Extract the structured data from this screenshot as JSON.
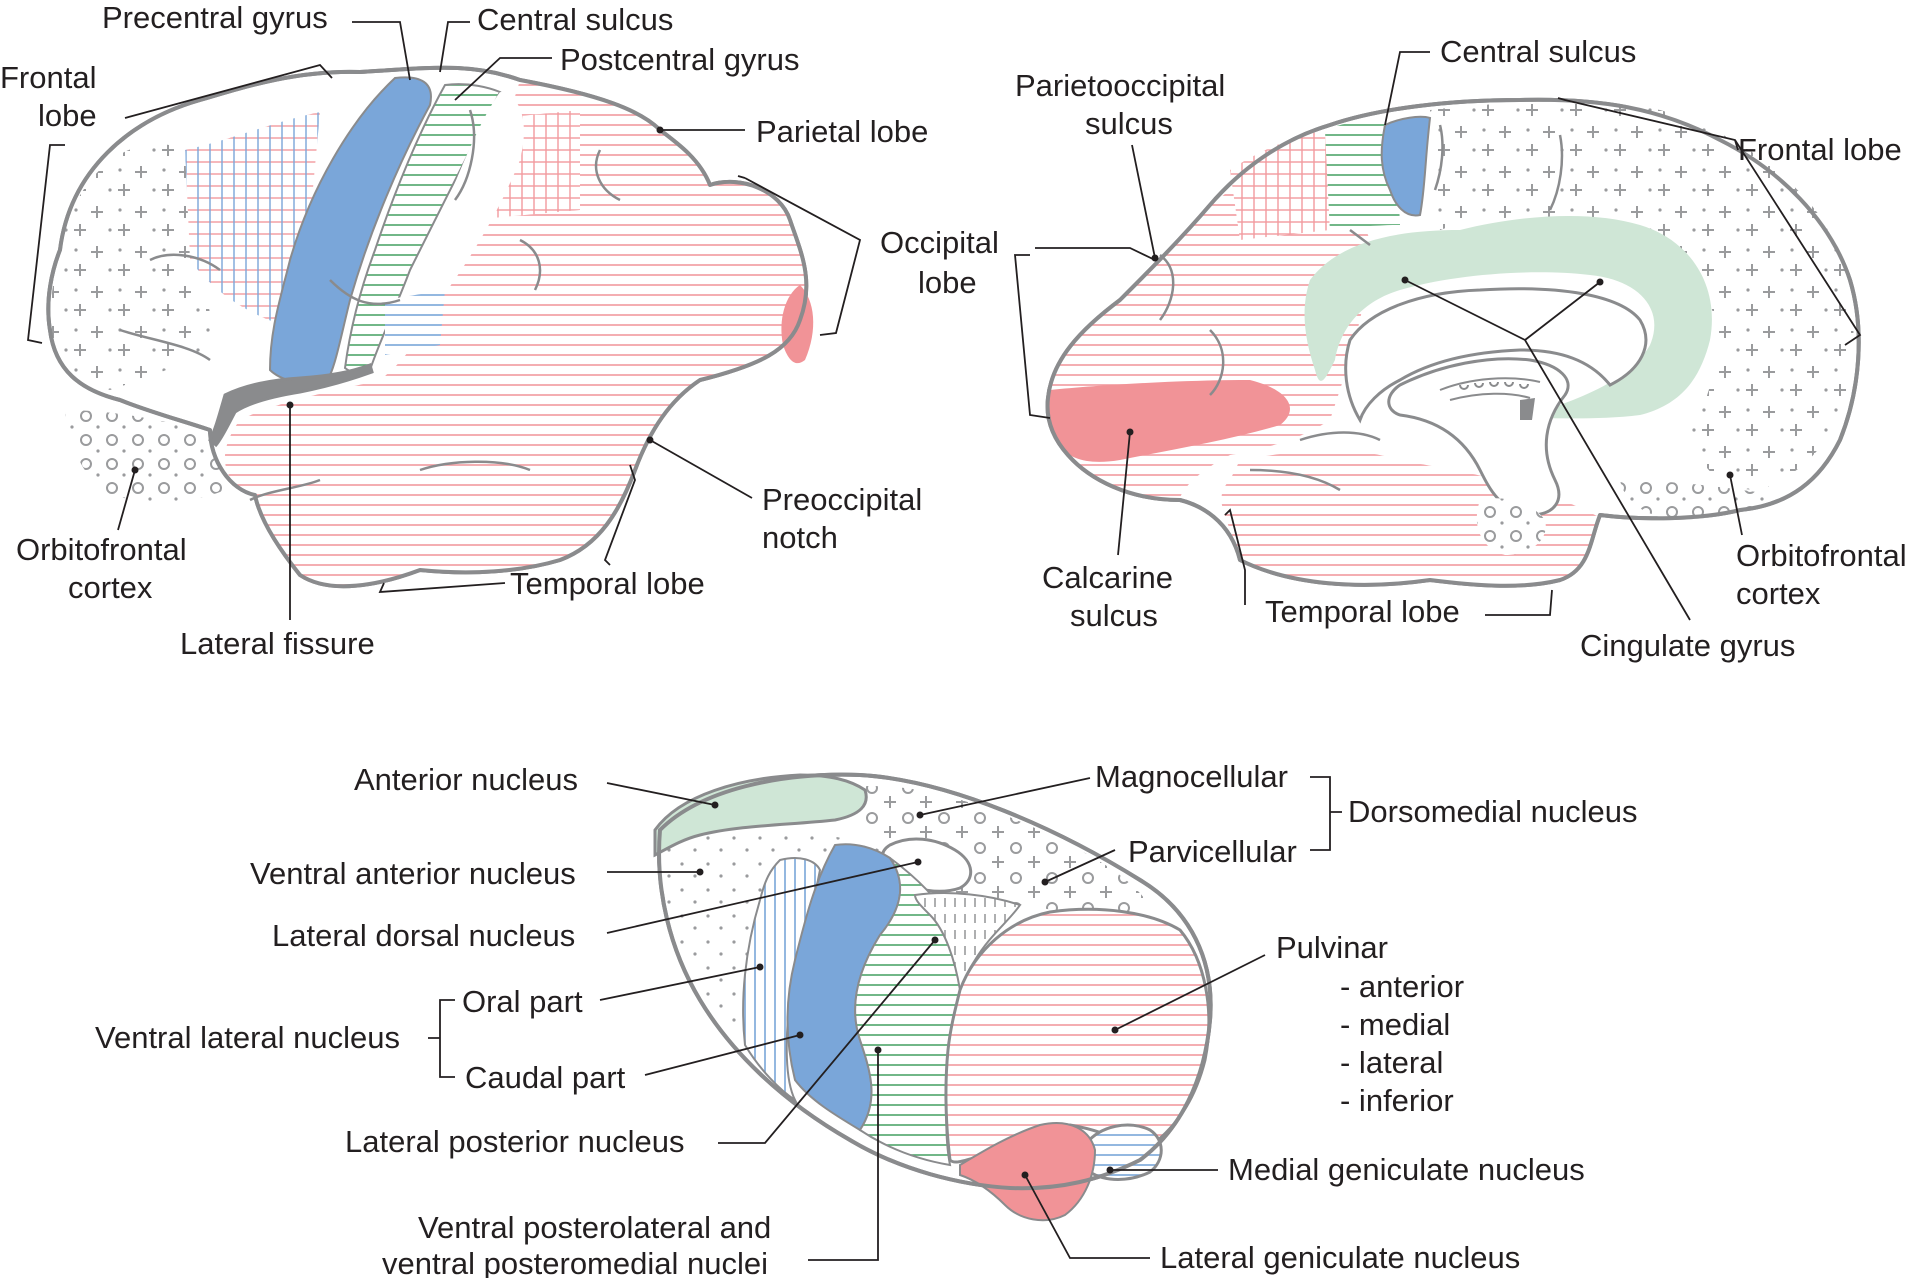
{
  "colors": {
    "outline": "#8a8b8d",
    "motor_blue": "#7aa6d9",
    "limbic_green": "#cfe6d6",
    "visual_pink": "#f19397",
    "hatch_pink": "#f29a9e",
    "hatch_green": "#4fa56a",
    "hatch_blue": "#7aa6d9",
    "text": "#231f20"
  },
  "lateral_view": {
    "precentral_gyrus": "Precentral gyrus",
    "central_sulcus": "Central sulcus",
    "postcentral_gyrus": "Postcentral gyrus",
    "frontal_lobe": [
      "Frontal",
      "lobe"
    ],
    "parietal_lobe": "Parietal lobe",
    "occipital_lobe": [
      "Occipital",
      "lobe"
    ],
    "preoccipital_notch": [
      "Preoccipital",
      "notch"
    ],
    "orbitofrontal_cortex": [
      "Orbitofrontal",
      "cortex"
    ],
    "temporal_lobe": "Temporal lobe",
    "lateral_fissure": "Lateral fissure"
  },
  "medial_view": {
    "central_sulcus": "Central sulcus",
    "parietooccipital_sulcus": [
      "Parietooccipital",
      "sulcus"
    ],
    "frontal_lobe": "Frontal lobe",
    "occipital_lobe": [
      "Occipital",
      "lobe"
    ],
    "calcarine_sulcus": [
      "Calcarine",
      "sulcus"
    ],
    "temporal_lobe": "Temporal lobe",
    "orbitofrontal_cortex": [
      "Orbitofrontal",
      "cortex"
    ],
    "cingulate_gyrus": "Cingulate gyrus"
  },
  "thalamus": {
    "anterior_nucleus": "Anterior nucleus",
    "ventral_anterior_nucleus": "Ventral anterior nucleus",
    "lateral_dorsal_nucleus": "Lateral dorsal nucleus",
    "ventral_lateral_nucleus": "Ventral lateral nucleus",
    "oral_part": "Oral part",
    "caudal_part": "Caudal part",
    "lateral_posterior_nucleus": "Lateral posterior nucleus",
    "vpl_vpm": [
      "Ventral posterolateral and",
      "ventral posteromedial nuclei"
    ],
    "magnocellular": "Magnocellular",
    "parvicellular": "Parvicellular",
    "dorsomedial_nucleus": "Dorsomedial nucleus",
    "pulvinar": "Pulvinar",
    "pulvinar_parts": [
      "- anterior",
      "- medial",
      "- lateral",
      "- inferior"
    ],
    "medial_geniculate_nucleus": "Medial geniculate nucleus",
    "lateral_geniculate_nucleus": "Lateral geniculate nucleus"
  }
}
